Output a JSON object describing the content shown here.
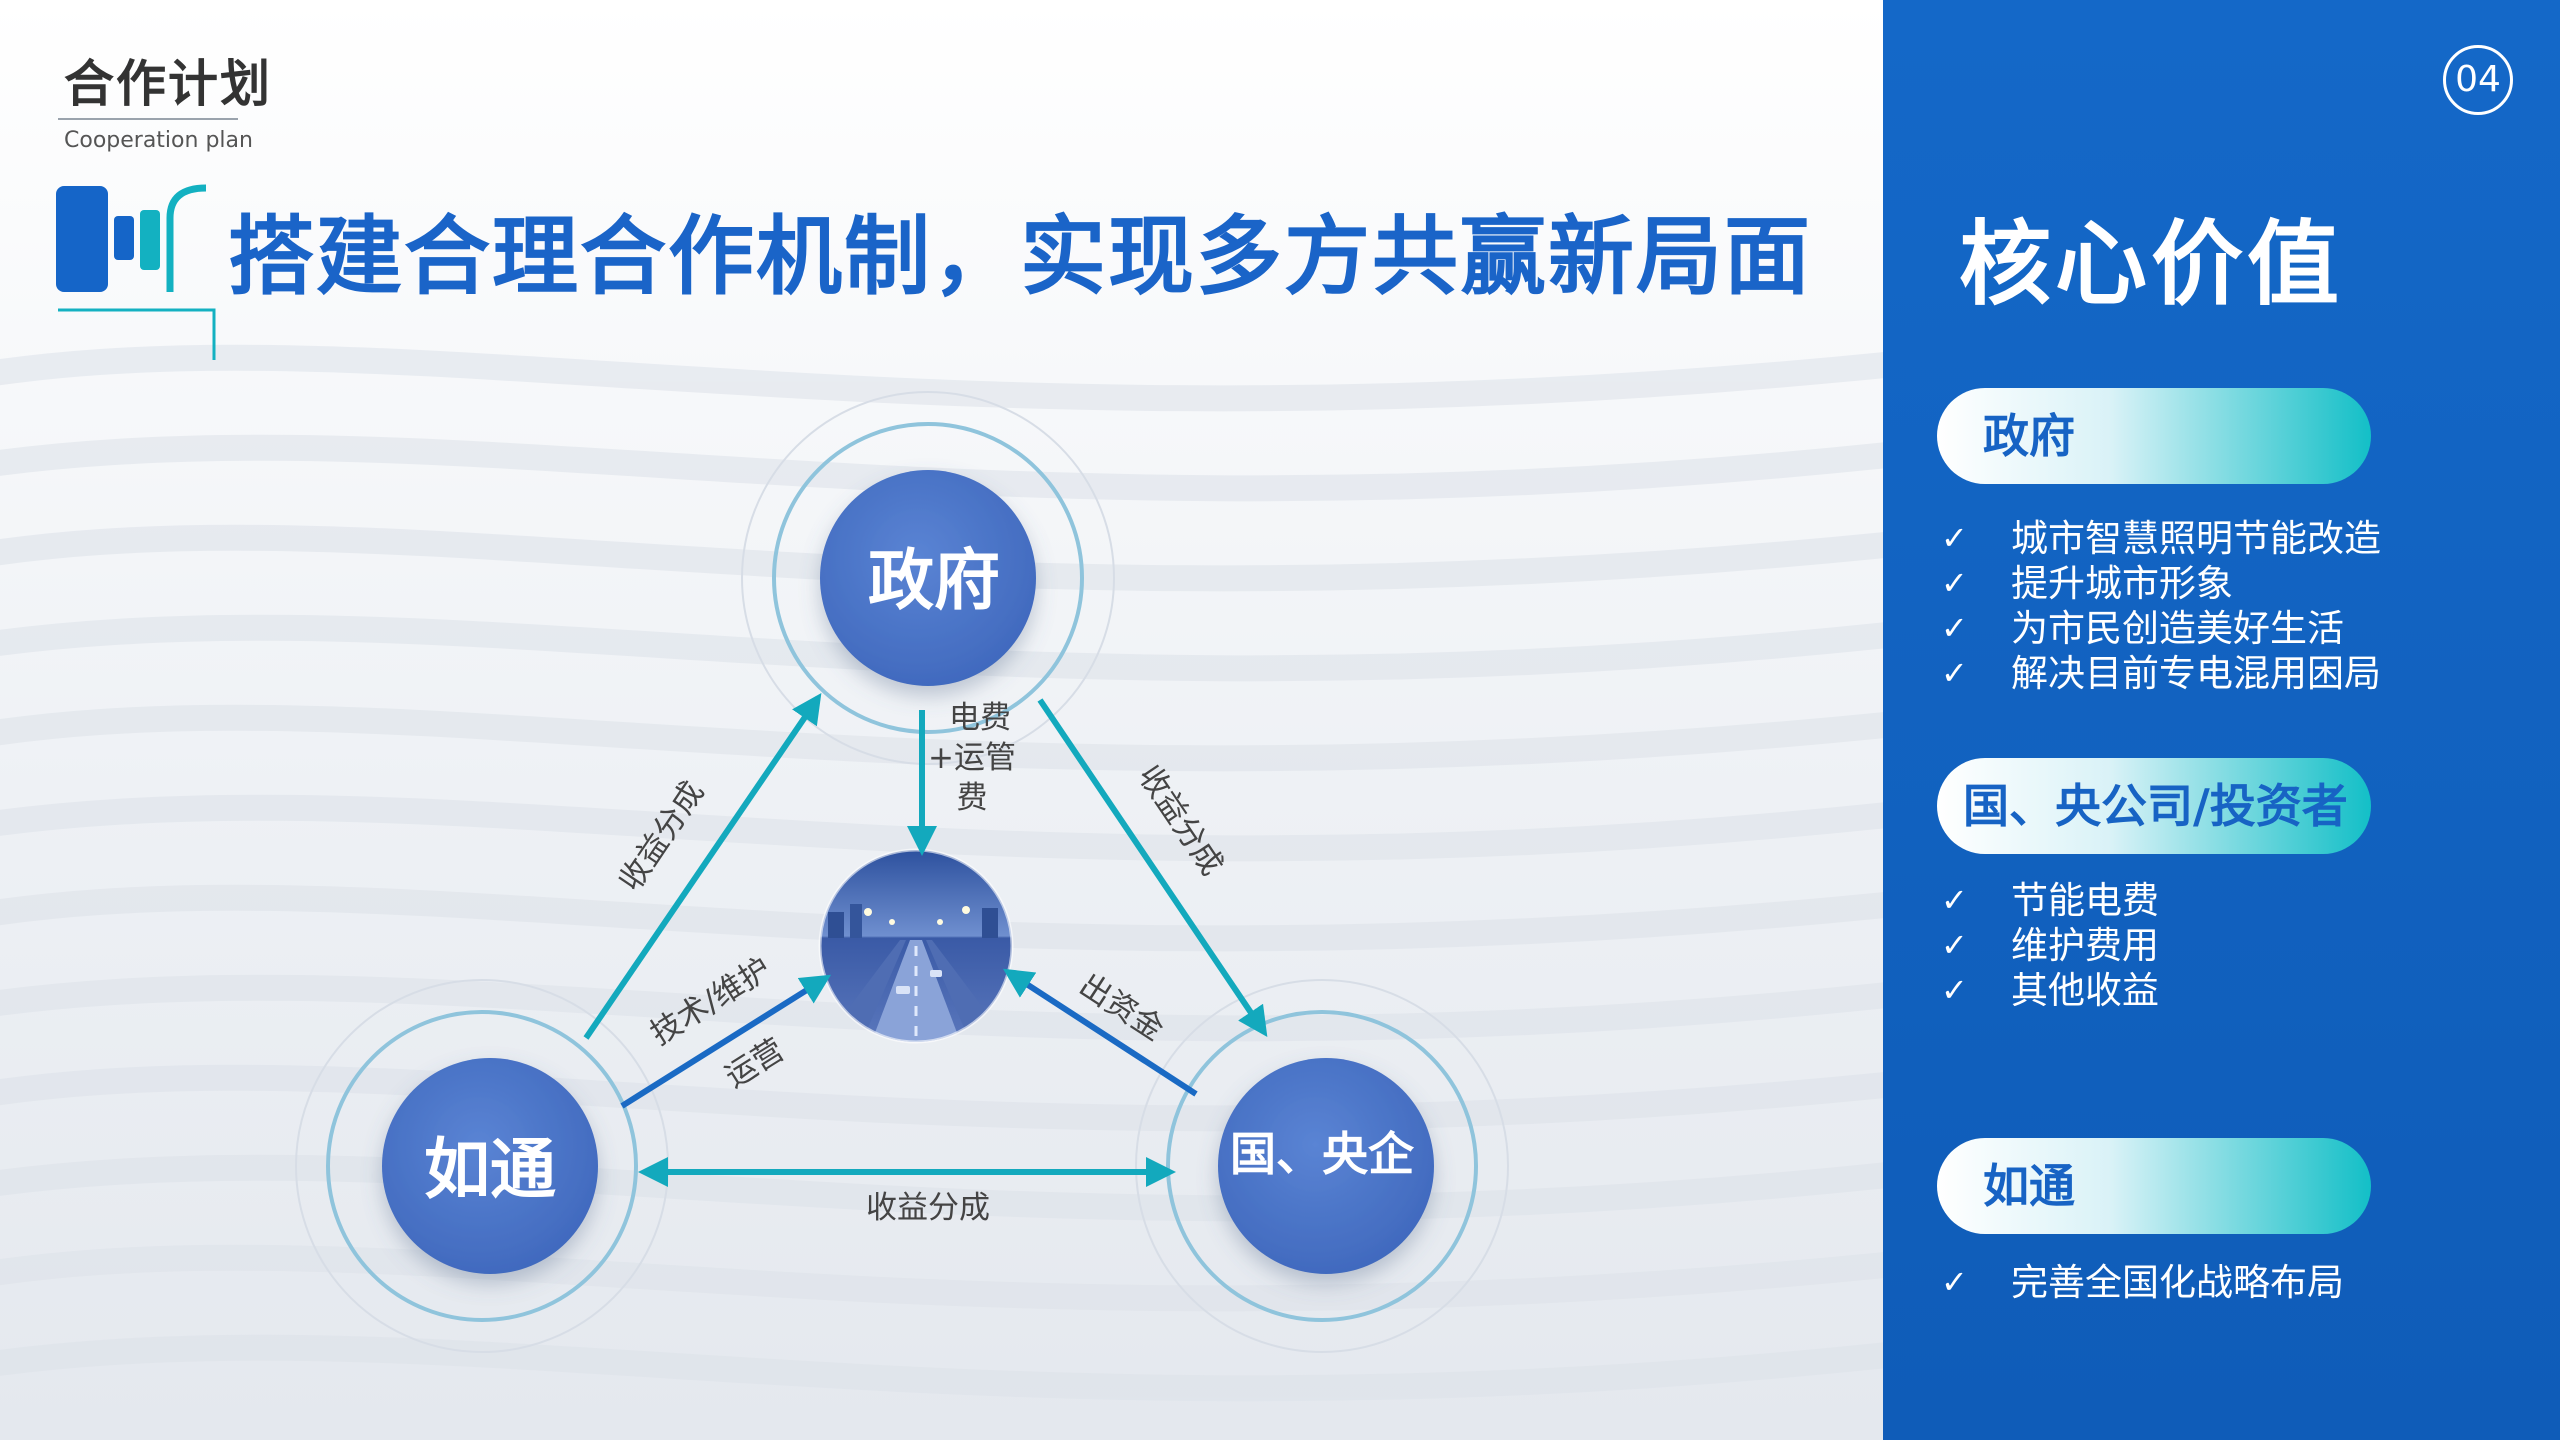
{
  "header": {
    "section_title": "合作计划",
    "section_subtitle": "Cooperation plan",
    "headline": "搭建合理合作机制，实现多方共赢新局面"
  },
  "diagram": {
    "nodes": {
      "government": "政府",
      "rutong": "如通",
      "enterprise": "国、央企"
    },
    "center_image": "city-road-lighting-image",
    "edges": {
      "gov_to_center": [
        "电费",
        "+运管",
        "费"
      ],
      "rutong_to_gov": "收益分成",
      "gov_to_enterprise": "收益分成",
      "rutong_to_center_top": "技术/维护",
      "rutong_to_center_bottom": "运营",
      "enterprise_to_center": "出资金",
      "rutong_enterprise": "收益分成"
    },
    "colors": {
      "node_fill": "#4a74c8",
      "ring": "#8fc4dc",
      "arrow_blue": "#1a6ac4",
      "arrow_teal": "#13a9bd"
    }
  },
  "sidebar": {
    "page_number": "04",
    "title": "核心价值",
    "groups": [
      {
        "name": "政府",
        "items": [
          "城市智慧照明节能改造",
          "提升城市形象",
          "为市民创造美好生活",
          "解决目前专电混用困局"
        ]
      },
      {
        "name": "国、央公司/投资者",
        "items": [
          "节能电费",
          "维护费用",
          "其他收益"
        ]
      },
      {
        "name": "如通",
        "items": [
          "完善全国化战略布局"
        ]
      }
    ],
    "check_icon": "check-icon",
    "colors": {
      "panel": "#1468c8",
      "pill_end": "#13bfc7",
      "pill_text": "#1763c4"
    }
  }
}
